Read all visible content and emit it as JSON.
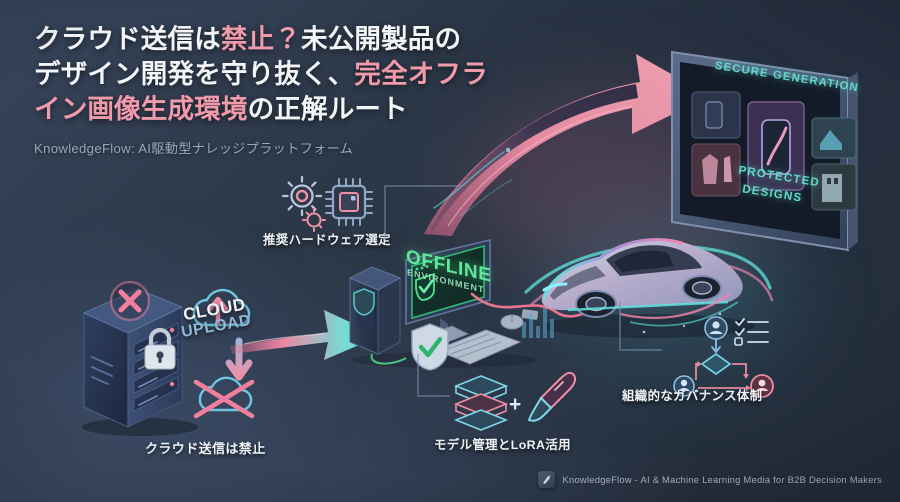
{
  "headline": {
    "line1_a": "クラウド送信は",
    "line1_accent": "禁止？",
    "line1_b": "未公開製品の",
    "line2_a": "デザイン開発を守り抜く、",
    "line2_accent": "完全オフラ",
    "line3_accent": "イン画像生成環境",
    "line3_b": "の正解ルート",
    "subtitle": "KnowledgeFlow: AI駆動型ナレッジプラットフォーム"
  },
  "labels": {
    "hardware": "推奨ハードウェア選定",
    "cloud_ban": "クラウド送信は禁止",
    "model_lora": "モデル管理とLoRA活用",
    "governance": "組織的なガバナンス体制"
  },
  "scene_text": {
    "cloud_upload_line1": "CLOUD",
    "cloud_upload_line2": "UPLOAD",
    "offline_main": "OFFLINE",
    "offline_sub": "ENVIRONMENT",
    "monitor_top": "SECURE GENERATION",
    "monitor_bottom_1": "PROTECTED",
    "monitor_bottom_2": "DESIGNS",
    "plus_sign": "+"
  },
  "footer": {
    "brand_text": "KnowledgeFlow - AI & Machine Learning Media for B2B Decision Makers"
  },
  "colors": {
    "accent_pink": "#f09aab",
    "accent_cyan": "#5fe3dd",
    "accent_green": "#5ddc8a",
    "bg_dark": "#222b39",
    "bg_light": "#37445b",
    "text_light": "#f3f5f8",
    "text_muted": "#9aa6b6"
  }
}
